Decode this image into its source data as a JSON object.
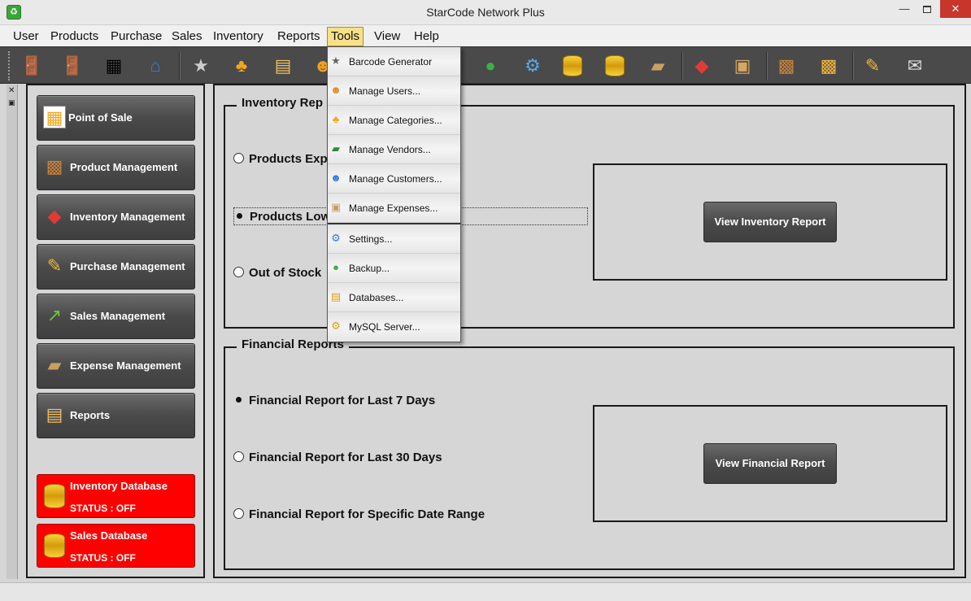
{
  "window": {
    "title": "StarCode Network Plus",
    "app_icon_glyph": "♻",
    "min_glyph": "—",
    "close_glyph": "✕"
  },
  "menubar": {
    "items": [
      "User",
      "Products",
      "Purchase",
      "Sales",
      "Inventory",
      "Reports",
      "Tools",
      "View",
      "Help"
    ],
    "active": "Tools"
  },
  "toolbar": {
    "icons": [
      "exit-door-icon",
      "logout-door-icon",
      "point-of-sale-icon",
      "home-icon",
      "star-icon",
      "categories-tree-icon",
      "report-icon",
      "user-icon",
      "green-circle-icon",
      "settings-gear-icon",
      "database-add-icon",
      "database-icon",
      "wallet-icon",
      "inventory-boxes-icon",
      "stacked-boxes-icon",
      "product-box-icon",
      "gift-box-icon",
      "purchase-order-icon",
      "po-document-icon"
    ]
  },
  "sidebar": {
    "nav": [
      {
        "label": "Point of Sale",
        "icon": "point-of-sale-icon"
      },
      {
        "label": "Product Management",
        "icon": "product-box-icon"
      },
      {
        "label": "Inventory Management",
        "icon": "inventory-boxes-icon"
      },
      {
        "label": "Purchase Management",
        "icon": "purchase-order-icon"
      },
      {
        "label": "Sales Management",
        "icon": "sales-chart-icon"
      },
      {
        "label": "Expense Management",
        "icon": "wallet-icon"
      },
      {
        "label": "Reports",
        "icon": "report-icon"
      }
    ],
    "databases": [
      {
        "name": "Inventory Database",
        "status": "STATUS : OFF"
      },
      {
        "name": "Sales Database",
        "status": "STATUS : OFF"
      }
    ],
    "status_color": "#ff0000"
  },
  "inventory_reports": {
    "title": "Inventory Rep",
    "options": [
      "Products Exp",
      "Products Low",
      "Out of Stock"
    ],
    "selected_index": 1,
    "button": "View Inventory Report"
  },
  "financial_reports": {
    "title": "Financial Reports",
    "options": [
      "Financial Report for Last 7 Days",
      "Financial Report for Last 30 Days",
      "Financial Report for Specific Date Range"
    ],
    "selected_index": 0,
    "button": "View Financial Report"
  },
  "tools_menu": {
    "items": [
      {
        "label": "Barcode Generator",
        "icon": "barcode-star-icon"
      },
      {
        "label": "Manage Users...",
        "icon": "users-icon"
      },
      {
        "label": "Manage Categories...",
        "icon": "categories-icon"
      },
      {
        "label": "Manage Vendors...",
        "icon": "vendor-truck-icon"
      },
      {
        "label": "Manage Customers...",
        "icon": "customers-icon"
      },
      {
        "label": "Manage Expenses...",
        "icon": "expense-box-icon"
      },
      {
        "label": "Settings...",
        "icon": "settings-gear-icon"
      },
      {
        "label": "Backup...",
        "icon": "backup-icon"
      },
      {
        "label": "Databases...",
        "icon": "database-icon"
      },
      {
        "label": "MySQL Server...",
        "icon": "mysql-server-icon"
      }
    ]
  }
}
